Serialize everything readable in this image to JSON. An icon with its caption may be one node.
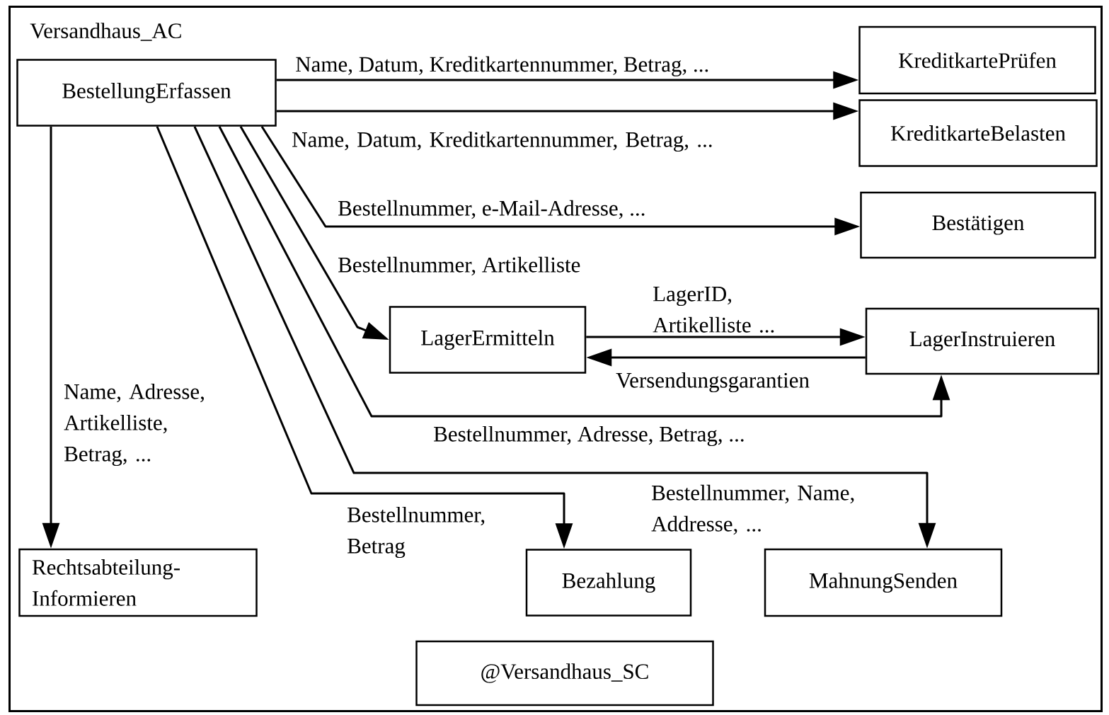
{
  "diagram": {
    "nodes": [
      {
        "text": [
          "Versandhaus_AC"
        ]
      },
      {
        "text": [
          "BestellungErfassen"
        ],
        "in": 0
      },
      {
        "text": [
          "KreditkartePrüfen"
        ],
        "in": 0
      },
      {
        "text": [
          "KreditkarteBelasten"
        ],
        "in": 0
      },
      {
        "text": [
          "Bestätigen"
        ],
        "in": 0
      },
      {
        "text": [
          "LagerErmitteln"
        ],
        "in": 0
      },
      {
        "text": [
          "LagerInstruieren"
        ],
        "in": 0
      },
      {
        "text": [
          "Rechtsabteilung-Informieren"
        ],
        "in": 0
      },
      {
        "text": [
          "Bezahlung"
        ],
        "in": 0
      },
      {
        "text": [
          "MahnungSenden"
        ],
        "in": 0
      },
      {
        "text": [
          "@Versandhaus_SC"
        ],
        "in": 0
      }
    ],
    "edges": [
      {
        "from": 1,
        "to": 2,
        "arrow": "to",
        "label": "Name, Datum, Kreditkartennummer, Betrag, ..."
      },
      {
        "from": 1,
        "to": 3,
        "arrow": "to",
        "label": "Name, Datum, Kreditkartennummer, Betrag, ..."
      },
      {
        "from": 1,
        "to": 4,
        "arrow": "to",
        "label": "Bestellnummer, e-Mail-Adresse, ..."
      },
      {
        "from": 1,
        "to": 5,
        "arrow": "to",
        "label": "Bestellnummer, Artikelliste"
      },
      {
        "from": 5,
        "to": 6,
        "arrow": "to",
        "label": "LagerID, Artikelliste ..."
      },
      {
        "from": 6,
        "to": 5,
        "arrow": "to",
        "label": "Versendungsgarantien"
      },
      {
        "from": 1,
        "to": 6,
        "arrow": "to",
        "label": "Bestellnummer, Adresse, Betrag, ..."
      },
      {
        "from": 1,
        "to": 9,
        "arrow": "to",
        "label": "Bestellnummer, Name, Addresse, ..."
      },
      {
        "from": 1,
        "to": 8,
        "arrow": "to",
        "label": "Bestellnummer, Betrag"
      },
      {
        "from": 1,
        "to": 7,
        "arrow": "to",
        "label": "Name, Adresse, Artikelliste, Betrag, ..."
      }
    ]
  }
}
